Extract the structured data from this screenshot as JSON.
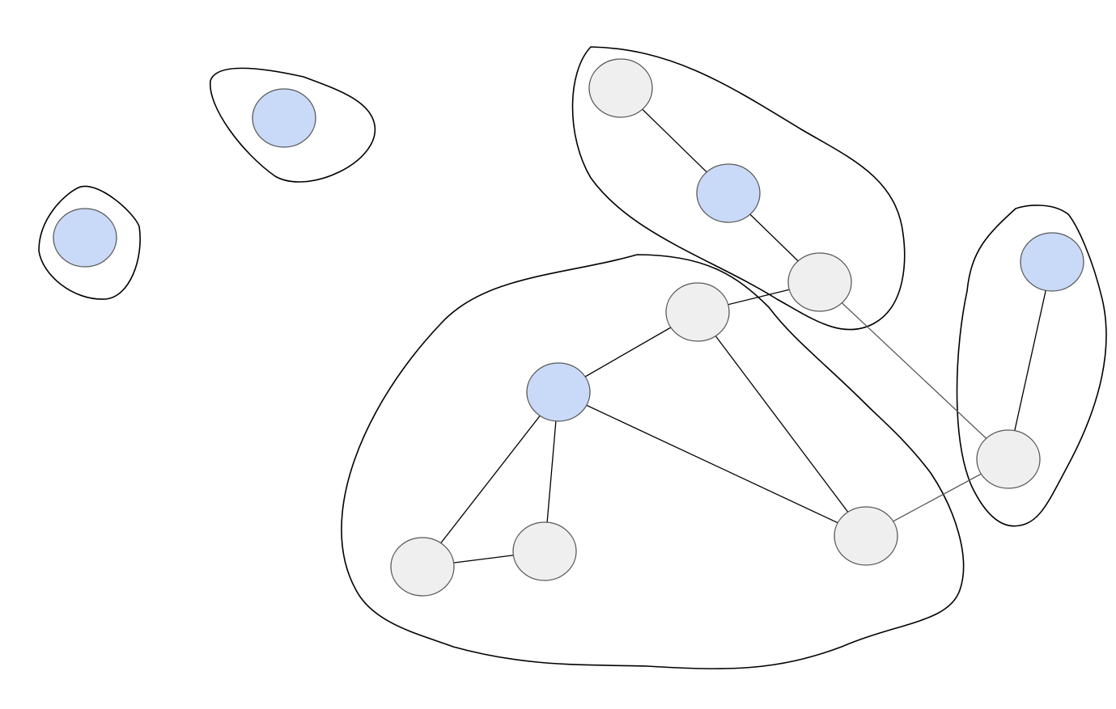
{
  "colors": {
    "background": "#ffffff",
    "highlight_fill": "#c9daf8",
    "normal_fill": "#efefef",
    "node_stroke": "#595959",
    "edge": "#000000",
    "edge_secondary": "#595959",
    "outline": "#000000"
  },
  "nodes": [
    {
      "id": "n1",
      "kind": "highlight"
    },
    {
      "id": "n2",
      "kind": "highlight"
    },
    {
      "id": "n3",
      "kind": "normal"
    },
    {
      "id": "n4",
      "kind": "highlight"
    },
    {
      "id": "n5",
      "kind": "normal"
    },
    {
      "id": "n6",
      "kind": "normal"
    },
    {
      "id": "n7",
      "kind": "highlight"
    },
    {
      "id": "n8",
      "kind": "normal"
    },
    {
      "id": "n9",
      "kind": "normal"
    },
    {
      "id": "n10",
      "kind": "normal"
    },
    {
      "id": "n11",
      "kind": "highlight"
    },
    {
      "id": "n12",
      "kind": "normal"
    }
  ],
  "edges": [
    {
      "from": "n3",
      "to": "n4",
      "style": "primary"
    },
    {
      "from": "n4",
      "to": "n5",
      "style": "primary"
    },
    {
      "from": "n5",
      "to": "n6",
      "style": "primary"
    },
    {
      "from": "n6",
      "to": "n7",
      "style": "primary"
    },
    {
      "from": "n7",
      "to": "n8",
      "style": "primary"
    },
    {
      "from": "n7",
      "to": "n9",
      "style": "primary"
    },
    {
      "from": "n8",
      "to": "n9",
      "style": "primary"
    },
    {
      "from": "n7",
      "to": "n10",
      "style": "primary"
    },
    {
      "from": "n6",
      "to": "n10",
      "style": "primary"
    },
    {
      "from": "n5",
      "to": "n12",
      "style": "secondary"
    },
    {
      "from": "n10",
      "to": "n12",
      "style": "secondary"
    },
    {
      "from": "n11",
      "to": "n12",
      "style": "primary"
    }
  ],
  "groups": [
    {
      "id": "g1",
      "members": [
        "n1"
      ]
    },
    {
      "id": "g2",
      "members": [
        "n2"
      ]
    },
    {
      "id": "g3",
      "members": [
        "n3",
        "n4",
        "n5"
      ]
    },
    {
      "id": "g4",
      "members": [
        "n6",
        "n7",
        "n8",
        "n9",
        "n10"
      ]
    },
    {
      "id": "g5",
      "members": [
        "n11",
        "n12"
      ]
    }
  ]
}
